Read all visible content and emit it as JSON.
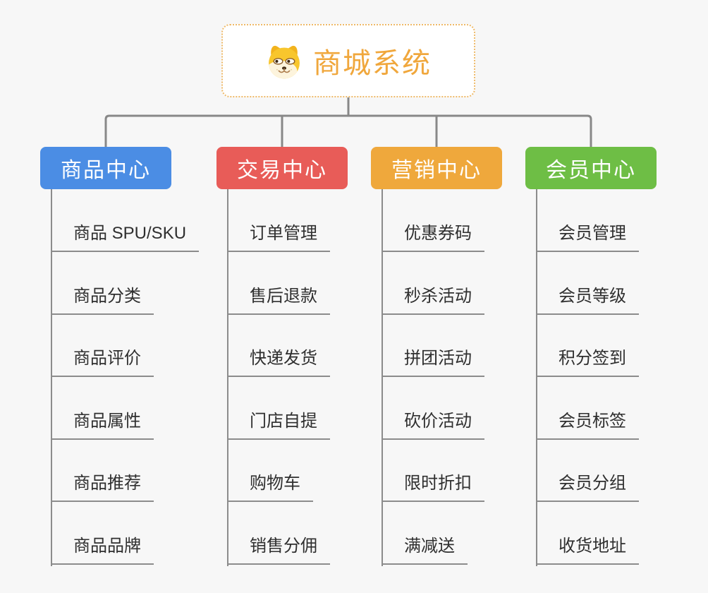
{
  "root": {
    "title": "商城系统",
    "icon": "dog-icon",
    "text_color": "#f0a73c",
    "border_color": "#eeb968",
    "background": "#ffffff"
  },
  "branches": [
    {
      "label": "商品中心",
      "color": "#4b8de4",
      "items": [
        "商品 SPU/SKU",
        "商品分类",
        "商品评价",
        "商品属性",
        "商品推荐",
        "商品品牌"
      ]
    },
    {
      "label": "交易中心",
      "color": "#e85c58",
      "items": [
        "订单管理",
        "售后退款",
        "快递发货",
        "门店自提",
        "购物车",
        "销售分佣"
      ]
    },
    {
      "label": "营销中心",
      "color": "#efa83c",
      "items": [
        "优惠券码",
        "秒杀活动",
        "拼团活动",
        "砍价活动",
        "限时折扣",
        "满减送"
      ]
    },
    {
      "label": "会员中心",
      "color": "#6ebe45",
      "items": [
        "会员管理",
        "会员等级",
        "积分签到",
        "会员标签",
        "会员分组",
        "收货地址"
      ]
    }
  ],
  "connector_color": "#888888",
  "item_text_color": "#2f2f2f",
  "line_color": "#8c8c8c",
  "background": "#f7f7f7"
}
